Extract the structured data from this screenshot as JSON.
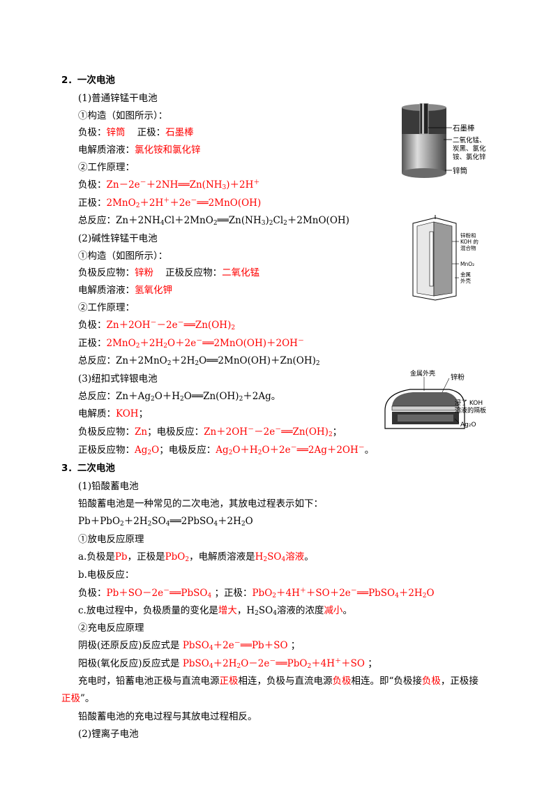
{
  "primary": {
    "heading": "2．一次电池",
    "zinc_mn": {
      "title": "(1)普通锌锰干电池",
      "construct": "①构造（如图所示）：",
      "neg_label": "负极：",
      "neg_value": "锌筒",
      "pos_label": "正极：",
      "pos_value": "石墨棒",
      "electrolyte_label": "电解质溶液：",
      "electrolyte_value": "氯化铵和氯化锌",
      "principle": "②工作原理：",
      "neg_eq_label": "负极：",
      "pos_eq_label": "正极：",
      "total_label": "总反应："
    },
    "alkaline": {
      "title": "(2)碱性锌锰干电池",
      "construct": "①构造（如图所示）：",
      "neg_label": "负极反应物：",
      "neg_value": "锌粉",
      "pos_label": "正极反应物：",
      "pos_value": "二氧化锰",
      "electrolyte_label": "电解质溶液：",
      "electrolyte_value": "氢氧化钾",
      "principle": "②工作原理：",
      "neg_eq_label": "负极：",
      "pos_eq_label": "正极：",
      "total_label": "总反应："
    },
    "button": {
      "title": "(3)纽扣式锌银电池",
      "total_label": "总反应：",
      "electrolyte_label": "电解质：",
      "electrolyte_value": "KOH",
      "neg_label": "负极反应物：",
      "neg_value": "Zn",
      "neg_eq_label": "；电极反应：",
      "pos_label": "正极反应物：",
      "pos_eq_label": "；电极反应："
    }
  },
  "secondary": {
    "heading": "3．二次电池",
    "lead_acid": {
      "title": "(1)铅酸蓄电池",
      "intro": "铅酸蓄电池是一种常见的二次电池，其放电过程表示如下：",
      "discharge": "①放电反应原理",
      "a_prefix": "a.负极是",
      "a_neg": "Pb",
      "a_mid": "，正极是",
      "a_mid2": "，电解质溶液是",
      "b": "b.电极反应：",
      "neg_label": "负极：",
      "sep": " ；正极：",
      "c_prefix": "c.放电过程中，负极质量的变化是",
      "c_inc": "增大",
      "c_mid": "溶液的浓度",
      "c_dec": "减小",
      "charge": "②充电反应原理",
      "cathode_label": "阴极(还原反应)反应式是 ",
      "anode_label": "阳极(氧化反应)反应式是 ",
      "charging_p1": "充电时，铅蓄电池正极与直流电源",
      "charging_pos": "正极",
      "charging_p2": "相连，负极与直流电源",
      "charging_neg": "负极",
      "charging_p3": "相连。即“负极接",
      "charging_neg2": "负极",
      "charging_p4": "，正极接",
      "charging_pos2": "正极",
      "charging_p5": "”。",
      "reverse": "铅酸蓄电池的充电过程与其放电过程相反。"
    },
    "lithium": {
      "title": "(2)锂离子电池"
    }
  },
  "figures": {
    "fig1": {
      "labels": [
        "石墨棒",
        "二氧化锰、",
        "炭黑、氯化",
        "铵、氯化锌",
        "锌筒"
      ]
    },
    "fig2": {
      "labels": [
        "锌粉和",
        "KOH 的",
        "混合物",
        "MnO₂",
        "金属",
        "外壳"
      ]
    },
    "fig3": {
      "labels": [
        "金属外壳",
        "锌粉",
        "浸了 KOH",
        "溶液的隔板",
        "Ag₂O"
      ]
    }
  }
}
